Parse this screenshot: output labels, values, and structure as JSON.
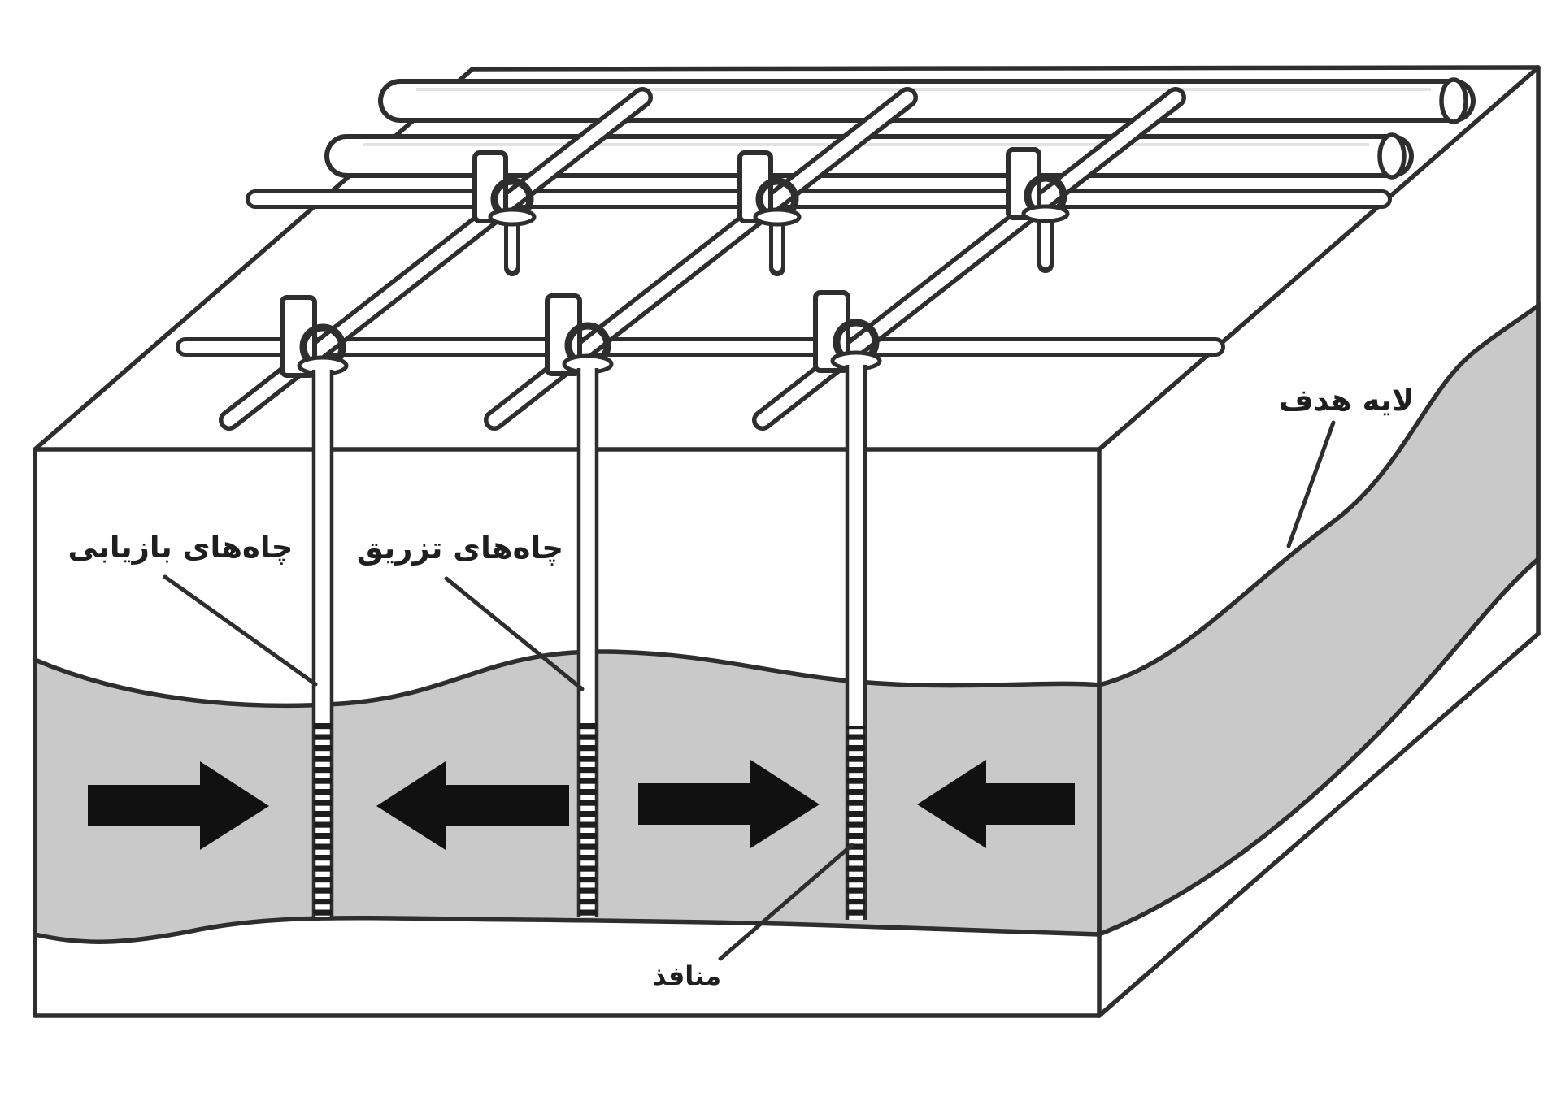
{
  "diagram": {
    "type": "3d-block-well-field-schematic",
    "labels": {
      "recovery_wells": "چاه‌های بازیابی",
      "injection_wells": "چاه‌های تزریق",
      "target_layer": "لایه هدف",
      "perforations": "منافذ"
    },
    "wells": {
      "front_row_count": 3,
      "back_row_count": 3,
      "surface_pipelines": 2
    },
    "flow_arrows": [
      "right",
      "left",
      "right",
      "left"
    ],
    "colors": {
      "layer_fill": "#c9c9c9",
      "line": "#2e2e2e",
      "arrow": "#111111",
      "background": "#ffffff"
    }
  }
}
